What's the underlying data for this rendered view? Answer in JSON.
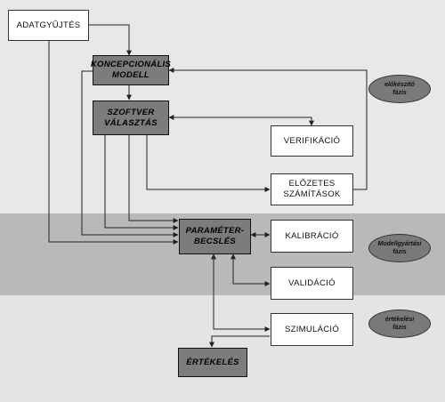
{
  "boxes": {
    "adatgyujtes": "ADATGYŰJTÉS",
    "koncepcionalis_1": "KONCEPCIONÁLIS",
    "koncepcionalis_2": "MODELL",
    "szoftver_1": "SZOFTVER",
    "szoftver_2": "VÁLASZTÁS",
    "verifikacio": "VERIFIKÁCIÓ",
    "elozetes_1": "ELŐZETES",
    "elozetes_2": "SZÁMÍTÁSOK",
    "parameter_1": "PARAMÉTER-",
    "parameter_2": "BECSLÉS",
    "kalibracio": "KALIBRÁCIÓ",
    "validacio": "VALIDÁCIÓ",
    "szimulacio": "SZIMULÁCIÓ",
    "ertekeles": "ÉRTÉKELÉS"
  },
  "phases": {
    "elokeszito_1": "előkészítő",
    "elokeszito_2": "fázis",
    "modellgyartasi_1": "Modellgyártási",
    "modellgyartasi_2": "fázis",
    "ertekelesi_1": "értékelési",
    "ertekelesi_2": "fázis"
  },
  "colors": {
    "dark_box": "#7c7c7c",
    "band_mid": "#b9b9b9",
    "line": "#222222"
  }
}
